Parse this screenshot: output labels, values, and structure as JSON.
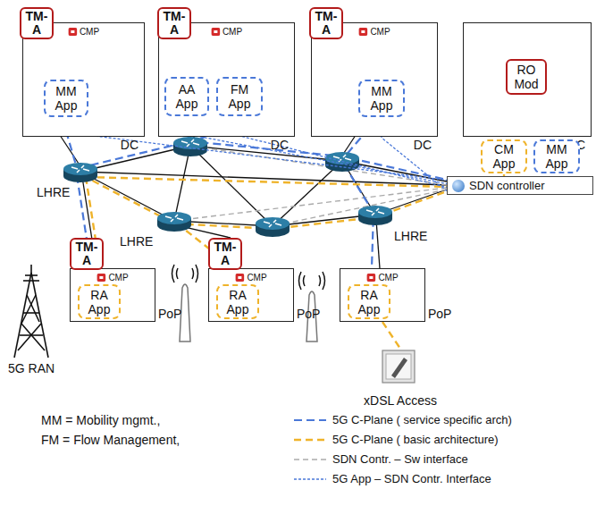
{
  "diagram": {
    "nodes": [
      {
        "text": [
          "TM-A"
        ]
      },
      {
        "text": [
          "CMP",
          "DC"
        ]
      },
      {
        "text": [
          "MM App"
        ],
        "in": 1
      },
      {
        "text": [
          "TM-A"
        ]
      },
      {
        "text": [
          "CMP",
          "DC"
        ]
      },
      {
        "text": [
          "AA App"
        ],
        "in": 4
      },
      {
        "text": [
          "FM App"
        ],
        "in": 4
      },
      {
        "text": [
          "TM-A"
        ]
      },
      {
        "text": [
          "CMP",
          "DC"
        ]
      },
      {
        "text": [
          "MM App"
        ],
        "in": 8
      },
      {
        "text": [
          "DC"
        ]
      },
      {
        "text": [
          "RO Mod"
        ],
        "in": 10
      },
      {
        "text": [
          "CM App"
        ]
      },
      {
        "text": [
          "MM App"
        ]
      },
      {
        "text": [
          "SDN controller"
        ]
      },
      {
        "text": [
          "TM-A"
        ]
      },
      {
        "text": [
          "CMP",
          "PoP"
        ]
      },
      {
        "text": [
          "RA App"
        ],
        "in": 16
      },
      {
        "text": [
          "TM-A"
        ]
      },
      {
        "text": [
          "CMP",
          "PoP"
        ]
      },
      {
        "text": [
          "RA App"
        ],
        "in": 19
      },
      {
        "text": [
          "CMP",
          "PoP"
        ]
      },
      {
        "text": [
          "RA App"
        ],
        "in": 21
      },
      {
        "text": [
          "xDSL Access"
        ]
      }
    ],
    "edges": [
      {
        "from": 2,
        "to": 14,
        "arrow": "none"
      },
      {
        "from": 5,
        "to": 14,
        "arrow": "none"
      },
      {
        "from": 6,
        "to": 14,
        "arrow": "none"
      },
      {
        "from": 9,
        "to": 14,
        "arrow": "none"
      },
      {
        "from": 21,
        "to": 23,
        "arrow": "none"
      }
    ],
    "labels": [
      "LHRE",
      "LHRE",
      "LHRE",
      "5G RAN",
      "MM = Mobility mgmt.,",
      "FM = Flow Management,"
    ],
    "legend": [
      {
        "text": "5G C-Plane ( service specific arch)"
      },
      {
        "text": "5G C-Plane ( basic architecture)"
      },
      {
        "text": "SDN Contr. – Sw interface"
      },
      {
        "text": "5G App – SDN Contr. Interface"
      }
    ]
  }
}
